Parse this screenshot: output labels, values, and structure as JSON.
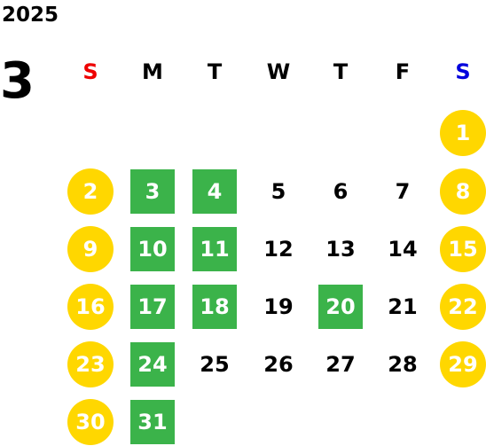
{
  "year": "2025",
  "month": "3",
  "weekday_labels": [
    {
      "label": "S",
      "color": "#ee0000"
    },
    {
      "label": "M",
      "color": "#000000"
    },
    {
      "label": "T",
      "color": "#000000"
    },
    {
      "label": "W",
      "color": "#000000"
    },
    {
      "label": "T",
      "color": "#000000"
    },
    {
      "label": "F",
      "color": "#000000"
    },
    {
      "label": "S",
      "color": "#0000dd"
    }
  ],
  "colors": {
    "weekend_circle": "#ffd700",
    "highlight_square": "#3bb34a"
  },
  "days": [
    {
      "n": "1",
      "style": "weekend"
    },
    {
      "n": "2",
      "style": "weekend"
    },
    {
      "n": "3",
      "style": "highlight"
    },
    {
      "n": "4",
      "style": "highlight"
    },
    {
      "n": "5",
      "style": "normal"
    },
    {
      "n": "6",
      "style": "normal"
    },
    {
      "n": "7",
      "style": "normal"
    },
    {
      "n": "8",
      "style": "weekend"
    },
    {
      "n": "9",
      "style": "weekend"
    },
    {
      "n": "10",
      "style": "highlight"
    },
    {
      "n": "11",
      "style": "highlight"
    },
    {
      "n": "12",
      "style": "normal"
    },
    {
      "n": "13",
      "style": "normal"
    },
    {
      "n": "14",
      "style": "normal"
    },
    {
      "n": "15",
      "style": "weekend"
    },
    {
      "n": "16",
      "style": "weekend"
    },
    {
      "n": "17",
      "style": "highlight"
    },
    {
      "n": "18",
      "style": "highlight"
    },
    {
      "n": "19",
      "style": "normal"
    },
    {
      "n": "20",
      "style": "highlight"
    },
    {
      "n": "21",
      "style": "normal"
    },
    {
      "n": "22",
      "style": "weekend"
    },
    {
      "n": "23",
      "style": "weekend"
    },
    {
      "n": "24",
      "style": "highlight"
    },
    {
      "n": "25",
      "style": "normal"
    },
    {
      "n": "26",
      "style": "normal"
    },
    {
      "n": "27",
      "style": "normal"
    },
    {
      "n": "28",
      "style": "normal"
    },
    {
      "n": "29",
      "style": "weekend"
    },
    {
      "n": "30",
      "style": "weekend"
    },
    {
      "n": "31",
      "style": "highlight"
    }
  ]
}
